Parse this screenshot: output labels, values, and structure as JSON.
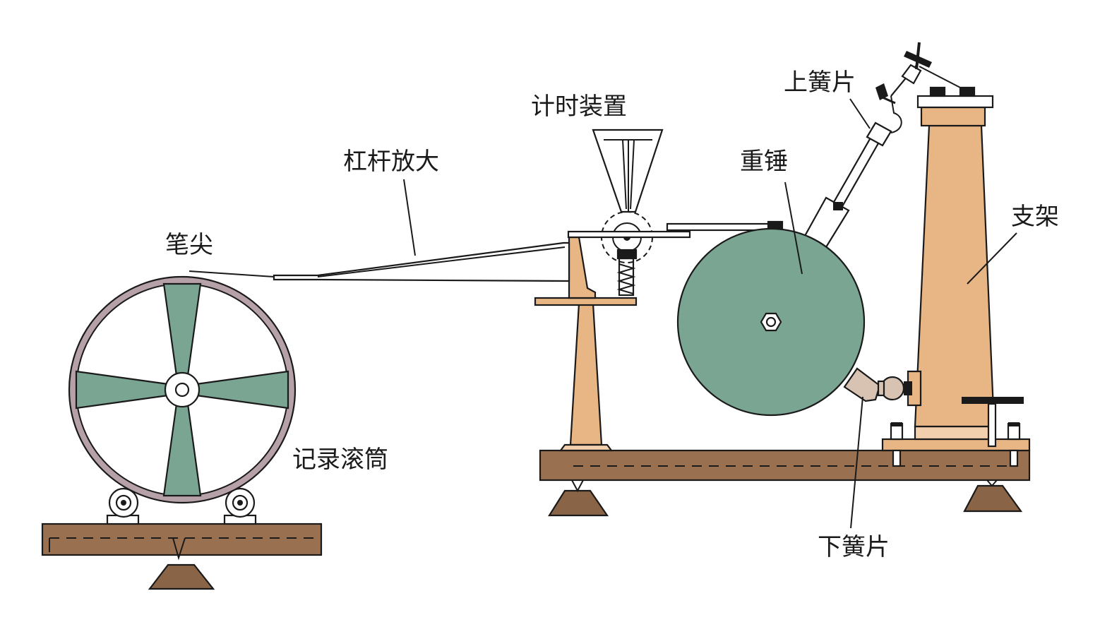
{
  "labels": {
    "pen_tip": "笔尖",
    "lever_amplifier": "杠杆放大",
    "timing_device": "计时装置",
    "heavy_hammer": "重锤",
    "upper_reed": "上簧片",
    "support_frame": "支架",
    "lower_reed": "下簧片",
    "recording_drum": "记录滚筒"
  },
  "colors": {
    "wood": "#9a7150",
    "wood_foot": "#8a6446",
    "pillar": "#e8b584",
    "pillar_base": "#f2cfad",
    "green": "#7aa593",
    "rim": "#b6a1a8",
    "joint": "#d8c3b3",
    "black": "#1a1a1a"
  }
}
